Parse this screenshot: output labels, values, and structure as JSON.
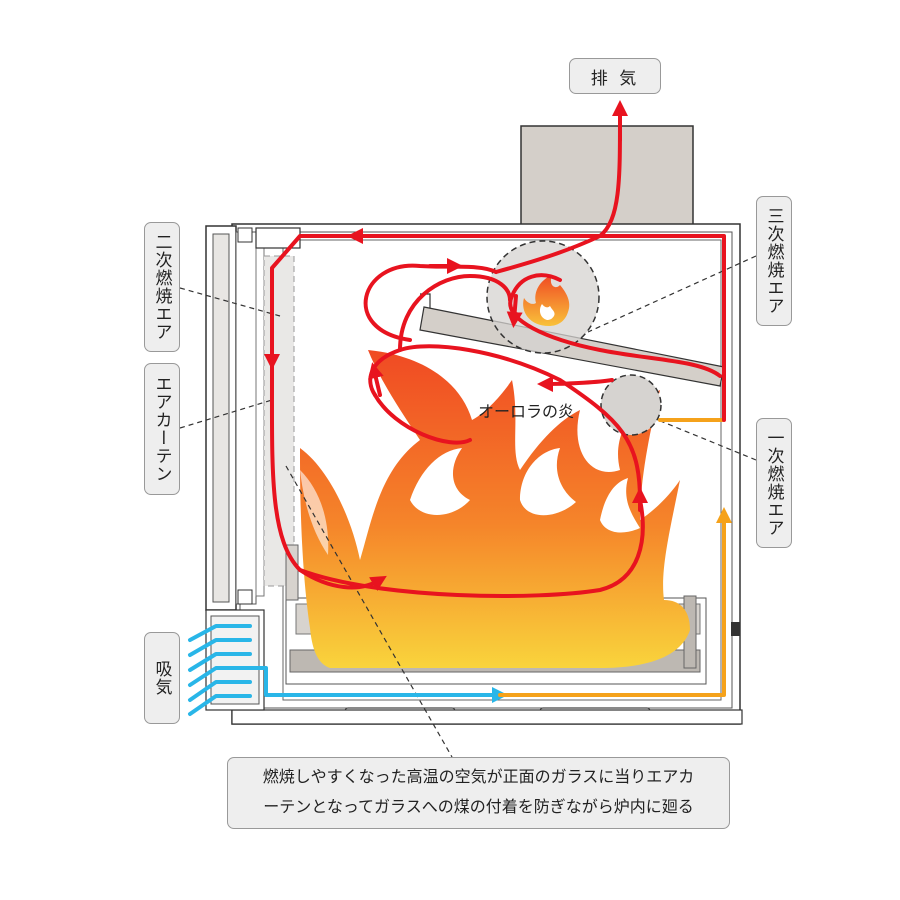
{
  "labels": {
    "exhaust": "排 気",
    "secondary_air": "二次燃焼エア",
    "air_curtain": "エアカーテン",
    "intake": "吸気",
    "tertiary_air": "三次燃焼エア",
    "primary_air": "一次燃焼エア",
    "aurora_flame": "オーロラの炎"
  },
  "caption": {
    "line1": "燃焼しやすくなった高温の空気が正面のガラスに当りエアカ",
    "line2": "ーテンとなってガラスへの煤の付着を防ぎながら炉内に廻る"
  },
  "colors": {
    "flow_hot": "#e8131f",
    "flow_warm": "#f5a21b",
    "flow_cold": "#29b6e8",
    "flame_outer": "#f26a2b",
    "flame_inner": "#f7c236",
    "chimney": "#d4cfc9",
    "stove_body": "#ffffff",
    "stove_outline": "#333333"
  }
}
